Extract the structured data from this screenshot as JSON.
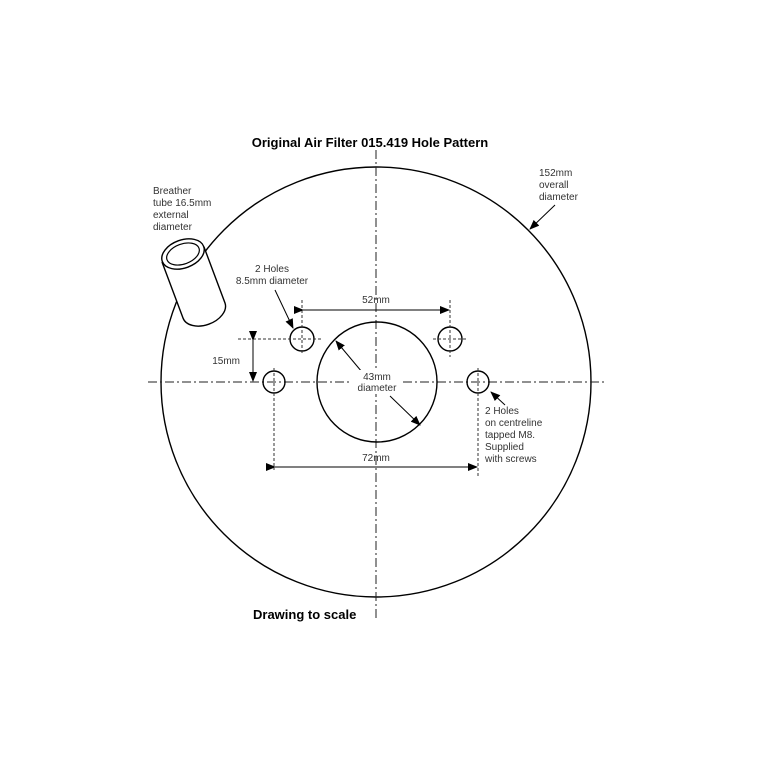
{
  "title": "Original Air Filter 015.419 Hole Pattern",
  "footer": "Drawing to scale",
  "labels": {
    "breather": [
      "Breather",
      "tube 16.5mm",
      "external",
      "diameter"
    ],
    "overall": [
      "152mm",
      "overall",
      "diameter"
    ],
    "upper_holes": [
      "2 Holes",
      "8.5mm diameter"
    ],
    "centre_holes": [
      "2 Holes",
      "on centreline",
      "tapped M8.",
      "Supplied",
      "with screws"
    ],
    "centre_bore": [
      "43mm",
      "diameter"
    ],
    "dim_52": "52mm",
    "dim_72": "72mm",
    "dim_15": "15mm"
  }
}
